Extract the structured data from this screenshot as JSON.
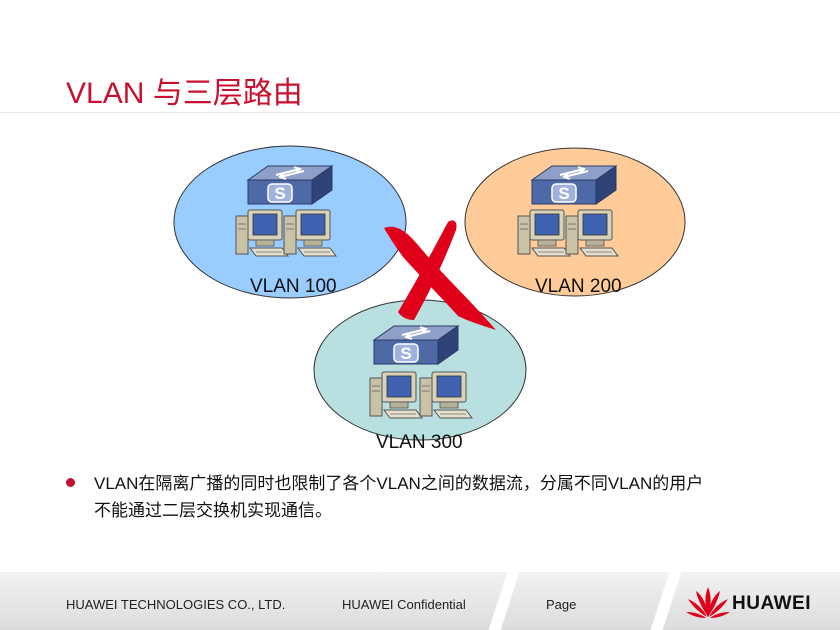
{
  "slide": {
    "title": "VLAN 与三层路由",
    "bullet": "VLAN在隔离广播的同时也限制了各个VLAN之间的数据流，分属不同VLAN的用户不能通过二层交换机实现通信。"
  },
  "diagram": {
    "vlans": [
      {
        "label": "VLAN 100",
        "color": "#99ccff"
      },
      {
        "label": "VLAN 200",
        "color": "#ffcc99"
      },
      {
        "label": "VLAN 300",
        "color": "#b8e0e0"
      }
    ],
    "switch_glyph": "S",
    "block_mark_color": "#e0001a"
  },
  "footer": {
    "company": "HUAWEI TECHNOLOGIES CO., LTD.",
    "confidential": "HUAWEI Confidential",
    "page_label": "Page",
    "logo_text": "HUAWEI"
  }
}
